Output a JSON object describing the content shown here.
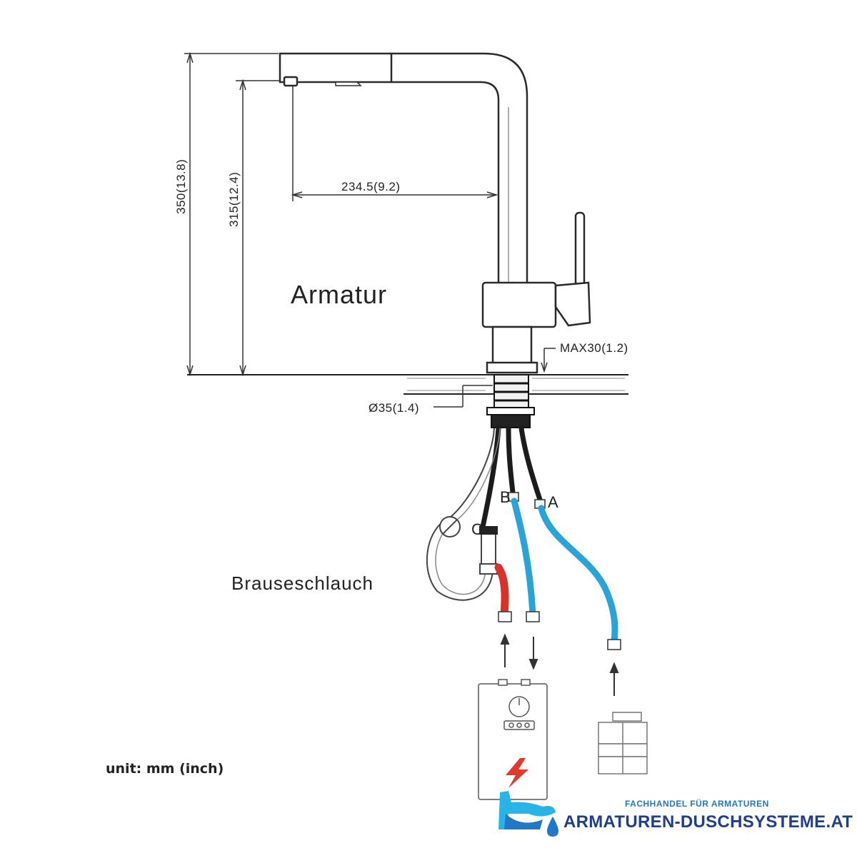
{
  "labels": {
    "height_total": "350(13.8)",
    "height_spout": "315(12.4)",
    "reach": "234.5(9.2)",
    "title": "Armatur",
    "max_thickness": "MAX30(1.2)",
    "hole_diameter": "Ø35(1.4)",
    "hose_label": "Brauseschlauch",
    "connector_a": "A",
    "connector_b": "B",
    "connector_c": "C",
    "unit": "unit: mm (inch)"
  },
  "branding": {
    "tagline": "FACHHANDEL FÜR ARMATUREN",
    "name": "ARMATUREN-DUSCHSYSTEME.AT"
  },
  "colors": {
    "line": "#2a2a2a",
    "hot_hose": "#d8322a",
    "cold_hose": "#2aa3d6",
    "logo_blue": "#1f78c8",
    "logo_cyan": "#28b4e6"
  },
  "icons": [
    "lightning-icon",
    "water-drop-icon",
    "faucet-logo-icon"
  ]
}
